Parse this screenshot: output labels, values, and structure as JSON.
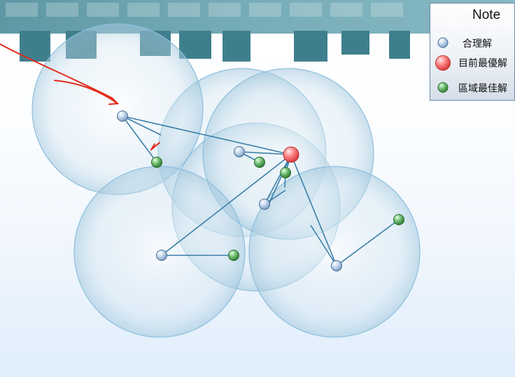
{
  "legend": {
    "title": "Note",
    "items": [
      {
        "label": "合理解",
        "color": "#a9c4e0",
        "icon": "feasible-solution-dot"
      },
      {
        "label": "目前最優解",
        "color": "#ff8080",
        "icon": "current-best-solution-dot"
      },
      {
        "label": "區域最佳解",
        "color": "#6fb86f",
        "icon": "local-best-solution-dot"
      }
    ]
  },
  "colors": {
    "feasible": "#a9c4e0",
    "current_best": "#ff7a7a",
    "local_best": "#6cb36c",
    "link": "#3b7fa8",
    "annotation": "#e32b1a"
  }
}
